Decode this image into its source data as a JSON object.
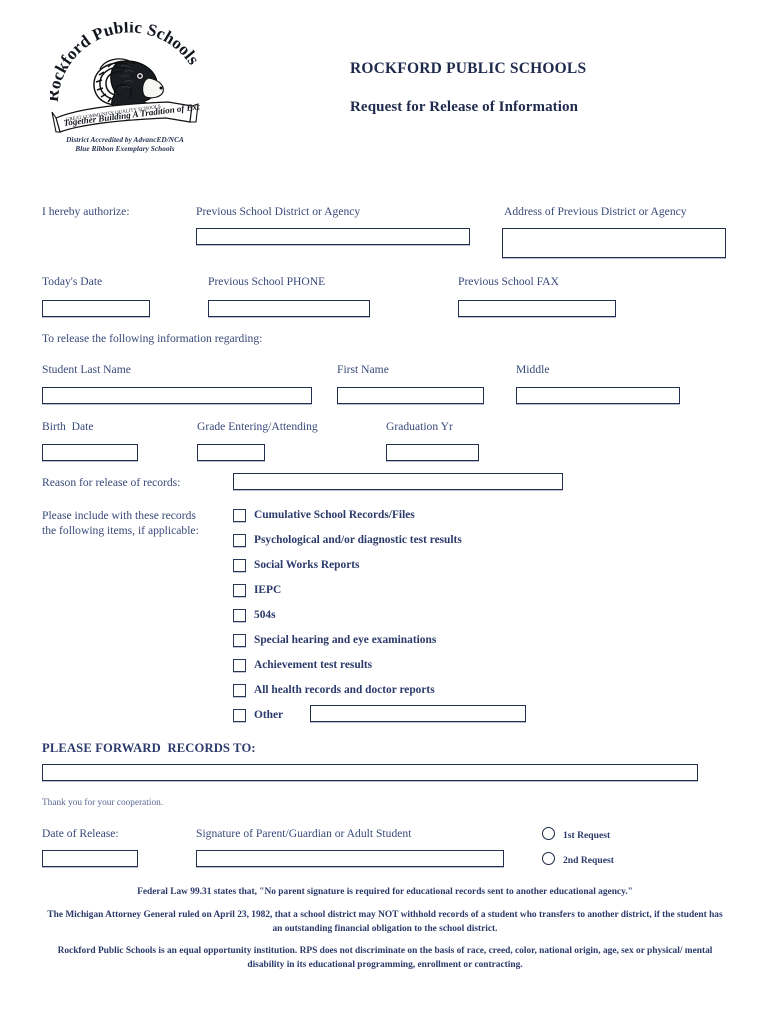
{
  "header": {
    "logo": {
      "arc_text": "Rockford Public Schools",
      "banner_text": "Together Building A Tradition of Excellence",
      "banner_top_left": "GREAT COMMUNITY",
      "banner_top_right": "QUALITY SCHOOLS",
      "accreditation_line1": "District Accredited by AdvancED/NCA",
      "accreditation_line2": "Blue Ribbon Exemplary Schools"
    },
    "title": "ROCKFORD PUBLIC SCHOOLS",
    "subtitle": "Request for Release of Information"
  },
  "section_authorize": {
    "authorize_label": "I hereby authorize:",
    "previous_district_label": "Previous School District or Agency",
    "previous_district_value": "",
    "address_label": "Address of Previous District or Agency",
    "address_value": "",
    "todays_date_label": "Today's Date",
    "todays_date_value": "",
    "phone_label": "Previous School PHONE",
    "phone_value": "",
    "fax_label": "Previous School FAX",
    "fax_value": ""
  },
  "section_student": {
    "intro": "To release the following information regarding:",
    "last_name_label": "Student Last Name",
    "last_name_value": "",
    "first_name_label": "First Name",
    "first_name_value": "",
    "middle_label": "Middle",
    "middle_value": "",
    "birth_date_label": "Birth  Date",
    "birth_date_value": "",
    "grade_label": "Grade Entering/Attending",
    "grade_value": "",
    "graduation_label": "Graduation Yr",
    "graduation_value": ""
  },
  "section_records": {
    "reason_label": "Reason for release of records:",
    "reason_value": "",
    "include_line1": "Please include with these records",
    "include_line2": "the following items, if applicable:",
    "checkboxes": [
      {
        "label": "Cumulative School Records/Files",
        "checked": false
      },
      {
        "label": "Psychological and/or diagnostic test results",
        "checked": false
      },
      {
        "label": "Social Works Reports",
        "checked": false
      },
      {
        "label": "IEPC",
        "checked": false
      },
      {
        "label": "504s",
        "checked": false
      },
      {
        "label": "Special hearing and eye examinations",
        "checked": false
      },
      {
        "label": "Achievement test results",
        "checked": false
      },
      {
        "label": "All health records and doctor reports",
        "checked": false
      },
      {
        "label": "Other",
        "checked": false
      }
    ],
    "other_value": ""
  },
  "section_forward": {
    "heading": "PLEASE FORWARD  RECORDS TO:",
    "forward_value": "",
    "thank_you": "Thank you for your cooperation."
  },
  "section_signature": {
    "date_of_release_label": "Date of Release:",
    "date_of_release_value": "",
    "signature_label": "Signature of Parent/Guardian or Adult Student",
    "signature_value": "",
    "request_options": [
      {
        "label": "1st Request",
        "selected": false
      },
      {
        "label": "2nd Request",
        "selected": false
      }
    ]
  },
  "footer": {
    "note1": "Federal Law 99.31 states that, \"No parent signature is required for educational records sent to another educational agency.\"",
    "note2": "The Michigan Attorney General ruled on April 23, 1982, that a school district may NOT withhold records of a student who transfers to another district, if the student has an outstanding financial obligation to the school district.",
    "note3": "Rockford Public Schools is an equal opportunity institution.  RPS does not discriminate on the basis of race, creed, color, national origin, age, sex or physical/ mental disability in its educational programming, enrollment or contracting."
  },
  "colors": {
    "text_navy": "#2f4070",
    "heading_navy": "#1f2a4d",
    "border_navy": "#242f4e"
  }
}
